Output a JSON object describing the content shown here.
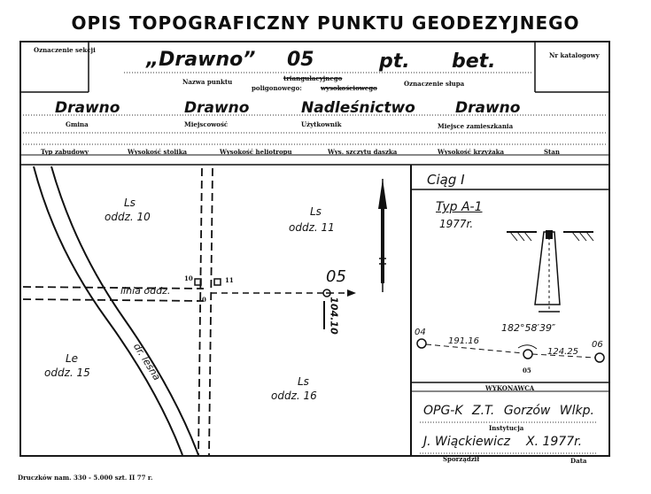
{
  "title": "OPIS TOPOGRAFICZNY PUNKTU GEODEZYJNEGO",
  "header": {
    "section_label": "Oznaczenie sekcji",
    "catalog_label": "Nr katalogowy",
    "point_name": "„Drawno”",
    "point_number": "05",
    "point_type": "pt.",
    "marker_type": "bet.",
    "name_label": "Nazwa punktu",
    "triangulation_label": "triangulacyjnego",
    "polygon_label": "poligonowego:",
    "leveling_label": "wysokościowego",
    "marker_label": "Oznaczenie słupa"
  },
  "admin": {
    "gmina_value": "Drawno",
    "gmina_label": "Gmina",
    "locality_value": "Drawno",
    "locality_label": "Miejscowość",
    "user_value": "Nadleśnictwo",
    "user_label": "Użytkownik",
    "residence_value": "Drawno",
    "residence_label": "Miejsce zamieszkania"
  },
  "columns": {
    "building_type": "Typ zabudowy",
    "table_height": "Wysokość stolika",
    "heliotrope_height": "Wysokość heliotropu",
    "roof_height": "Wys. szczytu daszka",
    "cross_height": "Wysokość krzyżaka",
    "state": "Stan"
  },
  "map": {
    "ls_top_left": "Ls",
    "oddz_10": "oddz. 10",
    "ls_top_right": "Ls",
    "oddz_11": "oddz. 11",
    "le_bottom_left": "Le",
    "oddz_15": "oddz. 15",
    "ls_bottom_right": "Ls",
    "oddz_16": "oddz. 16",
    "line_label": "linia oddz.",
    "road_label": "dr. leśna",
    "marker_10": "10",
    "marker_11": "11",
    "point_label": "05",
    "distance": "104.10",
    "cross_label": "0"
  },
  "right_panel": {
    "traverse": "Ciąg I",
    "type": "Typ A-1",
    "year": "1977r.",
    "left_point": "04",
    "right_point": "06",
    "left_distance": "191.16",
    "angle": "182°58′39″",
    "right_distance": "124.25",
    "center_point": "05"
  },
  "footer": {
    "contractor_label": "WYKONAWCA",
    "contractor_value": "OPG-K Z.T.   Gorzów Wlkp.",
    "institution_label": "Instytucja",
    "author_value": "J. Wiąckiewicz",
    "author_label": "Sporządził",
    "date_value": "X. 1977r.",
    "date_label": "Data",
    "print_note": "Druczków nam. 330 - 5.000 szt. II 77 r."
  }
}
